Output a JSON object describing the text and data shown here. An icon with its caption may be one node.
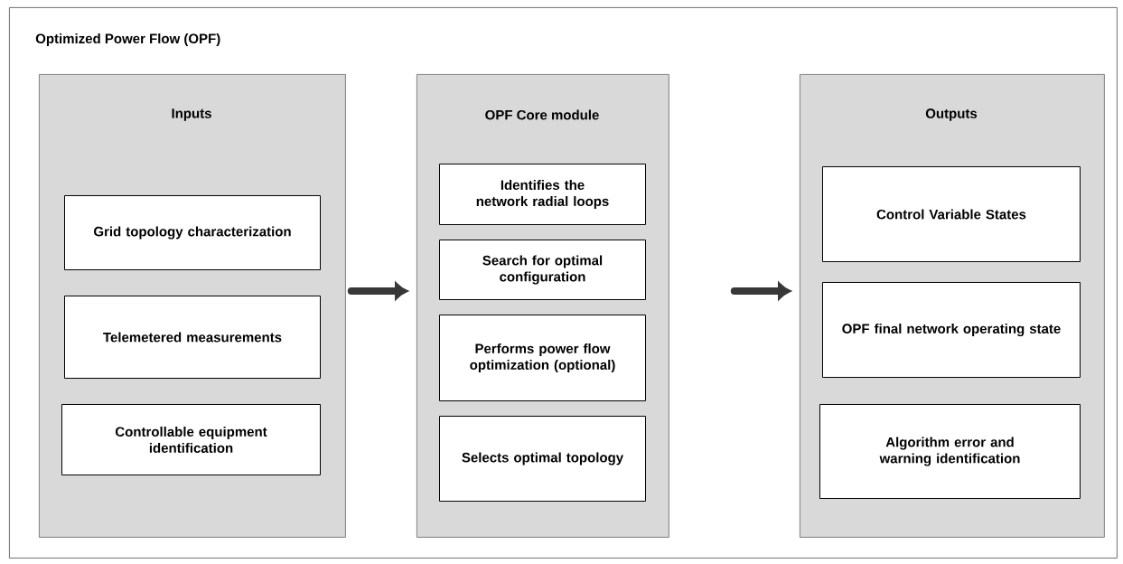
{
  "diagram": {
    "nodes": [
      {
        "text": [
          "Optimized Power Flow (OPF)"
        ]
      },
      {
        "text": [
          "Inputs"
        ],
        "in": 0
      },
      {
        "text": [
          "Grid topology characterization"
        ],
        "in": 1
      },
      {
        "text": [
          "Telemetered measurements"
        ],
        "in": 1
      },
      {
        "text": [
          "Controllable equipment identification"
        ],
        "in": 1
      },
      {
        "text": [
          "OPF Core module"
        ],
        "in": 0
      },
      {
        "text": [
          "Identifies the network radial loops"
        ],
        "in": 5
      },
      {
        "text": [
          "Search for optimal configuration"
        ],
        "in": 5
      },
      {
        "text": [
          "Performs power flow optimization (optional)"
        ],
        "in": 5
      },
      {
        "text": [
          "Selects optimal topology"
        ],
        "in": 5
      },
      {
        "text": [
          "Outputs"
        ],
        "in": 0
      },
      {
        "text": [
          "Control Variable States"
        ],
        "in": 10
      },
      {
        "text": [
          "OPF final network operating state"
        ],
        "in": 10
      },
      {
        "text": [
          "Algorithm error and warning identification"
        ],
        "in": 10
      }
    ],
    "edges": [
      {
        "from": 1,
        "to": 5,
        "arrow": "to"
      },
      {
        "from": 5,
        "to": 10,
        "arrow": "to"
      }
    ]
  }
}
